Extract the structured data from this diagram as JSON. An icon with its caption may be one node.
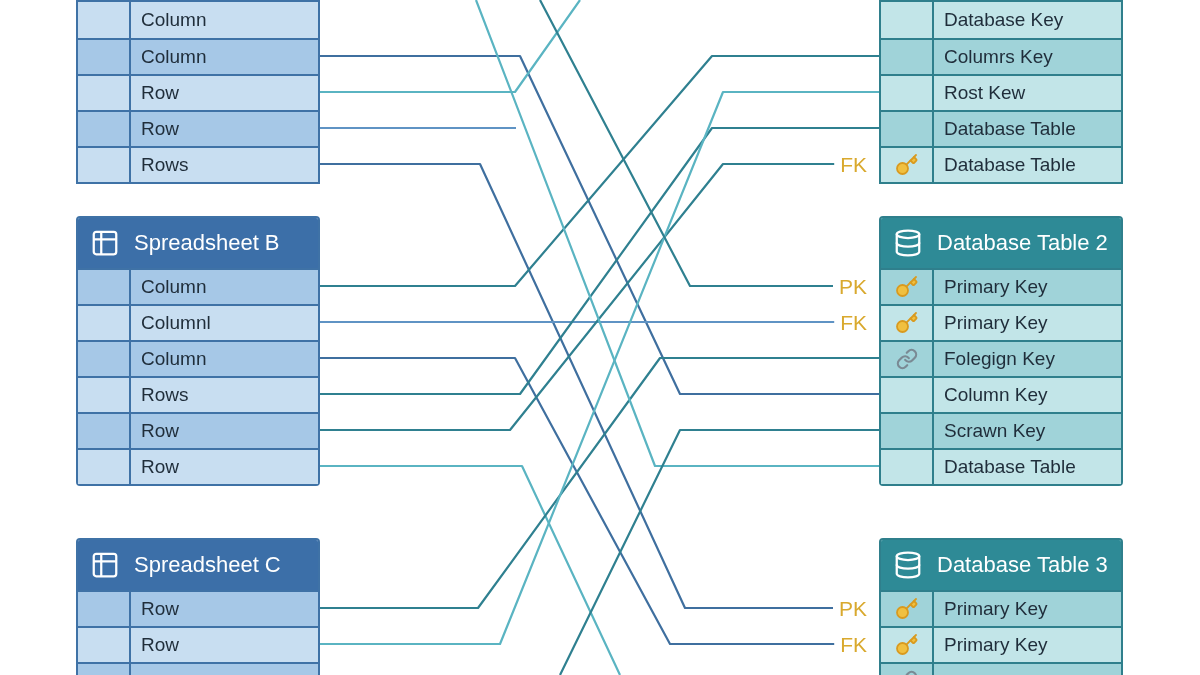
{
  "diagram": {
    "nodes": [
      {
        "text": [],
        "shape": "box"
      },
      {
        "text": [
          "Column"
        ],
        "in": 0
      },
      {
        "text": [
          "Column"
        ],
        "in": 0
      },
      {
        "text": [
          "Row"
        ],
        "in": 0
      },
      {
        "text": [
          "Row"
        ],
        "in": 0
      },
      {
        "text": [
          "Rows"
        ],
        "in": 0
      },
      {
        "text": [
          "Spreadsheet B"
        ]
      },
      {
        "text": [
          "Column"
        ],
        "in": 6
      },
      {
        "text": [
          "Columnl"
        ],
        "in": 6
      },
      {
        "text": [
          "Column"
        ],
        "in": 6
      },
      {
        "text": [
          "Rows"
        ],
        "in": 6
      },
      {
        "text": [
          "Row"
        ],
        "in": 6
      },
      {
        "text": [
          "Row"
        ],
        "in": 6
      },
      {
        "text": [
          "Spreadsheet C"
        ]
      },
      {
        "text": [
          "Row"
        ],
        "in": 13
      },
      {
        "text": [
          "Row"
        ],
        "in": 13
      },
      {
        "text": [],
        "shape": "box",
        "in": 13
      },
      {
        "text": [],
        "shape": "box"
      },
      {
        "text": [
          "Database Key"
        ],
        "in": 17
      },
      {
        "text": [
          "Columrs Key"
        ],
        "in": 17
      },
      {
        "text": [
          "Rost Kew"
        ],
        "in": 17
      },
      {
        "text": [
          "Database Table"
        ],
        "in": 17
      },
      {
        "text": [
          "Database Table"
        ],
        "in": 17,
        "beside": [
          "FK"
        ]
      },
      {
        "text": [
          "Database Table 2"
        ]
      },
      {
        "text": [
          "Primary Key"
        ],
        "in": 23,
        "beside": [
          "PK"
        ]
      },
      {
        "text": [
          "Primary Key"
        ],
        "in": 23,
        "beside": [
          "FK"
        ]
      },
      {
        "text": [
          "Folegign Key"
        ],
        "in": 23
      },
      {
        "text": [
          "Column Key"
        ],
        "in": 23
      },
      {
        "text": [
          "Scrawn Key"
        ],
        "in": 23
      },
      {
        "text": [
          "Database Table"
        ],
        "in": 23
      },
      {
        "text": [
          "Database Table 3"
        ]
      },
      {
        "text": [
          "Primary Key"
        ],
        "in": 30,
        "beside": [
          "PK"
        ]
      },
      {
        "text": [
          "Primary Key"
        ],
        "in": 30,
        "beside": [
          "FK"
        ]
      },
      {
        "text": [],
        "shape": "box",
        "in": 30
      }
    ],
    "edges": [
      {
        "from": 2,
        "to": 27,
        "arrow": "none",
        "color": "#3f6f9f"
      },
      {
        "from": 3,
        "to": null,
        "arrow": "none",
        "color": "#5ab4c2"
      },
      {
        "from": 4,
        "to": null,
        "arrow": "none",
        "color": "#5f93c4"
      },
      {
        "from": 5,
        "to": 31,
        "arrow": "none",
        "color": "#3f6f9f"
      },
      {
        "from": 7,
        "to": 19,
        "arrow": "none",
        "color": "#2f8090"
      },
      {
        "from": 8,
        "to": 25,
        "arrow": "none",
        "color": "#5f93c4"
      },
      {
        "from": 9,
        "to": 32,
        "arrow": "none",
        "color": "#3f6f9f"
      },
      {
        "from": 10,
        "to": 21,
        "arrow": "none",
        "color": "#2f8090"
      },
      {
        "from": 11,
        "to": 22,
        "arrow": "none",
        "color": "#2f8090"
      },
      {
        "from": 12,
        "to": null,
        "arrow": "none",
        "color": "#5ab4c2"
      },
      {
        "from": 14,
        "to": 26,
        "arrow": "none",
        "color": "#2f8090"
      },
      {
        "from": 15,
        "to": 20,
        "arrow": "none",
        "color": "#5ab4c2"
      },
      {
        "from": null,
        "to": 24,
        "arrow": "none",
        "color": "#2f8090"
      },
      {
        "from": null,
        "to": 29,
        "arrow": "none",
        "color": "#5ab4c2"
      },
      {
        "from": null,
        "to": 28,
        "arrow": "none",
        "color": "#2f8090"
      }
    ]
  }
}
